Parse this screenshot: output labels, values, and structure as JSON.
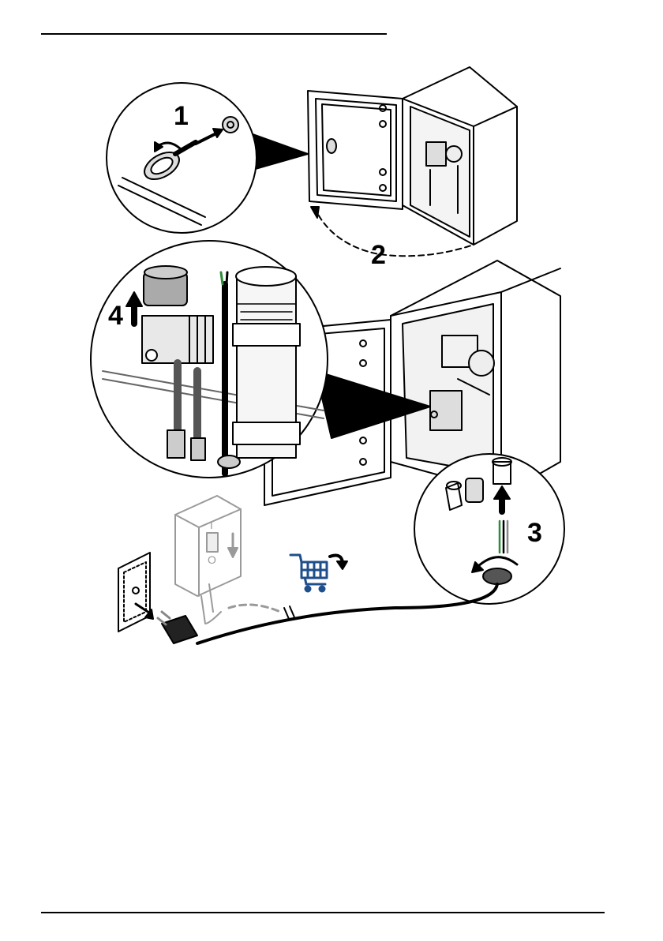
{
  "steps": [
    {
      "number": "1"
    },
    {
      "number": "2"
    },
    {
      "number": "3"
    },
    {
      "number": "4"
    }
  ],
  "switch": {
    "on_mark": "I",
    "off_mark": "O"
  },
  "icons": {
    "cart": "shopping-cart-icon",
    "rotate": "rotate-arrow-icon",
    "up": "up-arrow-icon",
    "down": "down-arrow-icon"
  },
  "colors": {
    "line": "#000000",
    "disabled_gray": "#9a9a9a",
    "cart_blue": "#1f4e8c",
    "wire_green": "#2e8b3a"
  }
}
